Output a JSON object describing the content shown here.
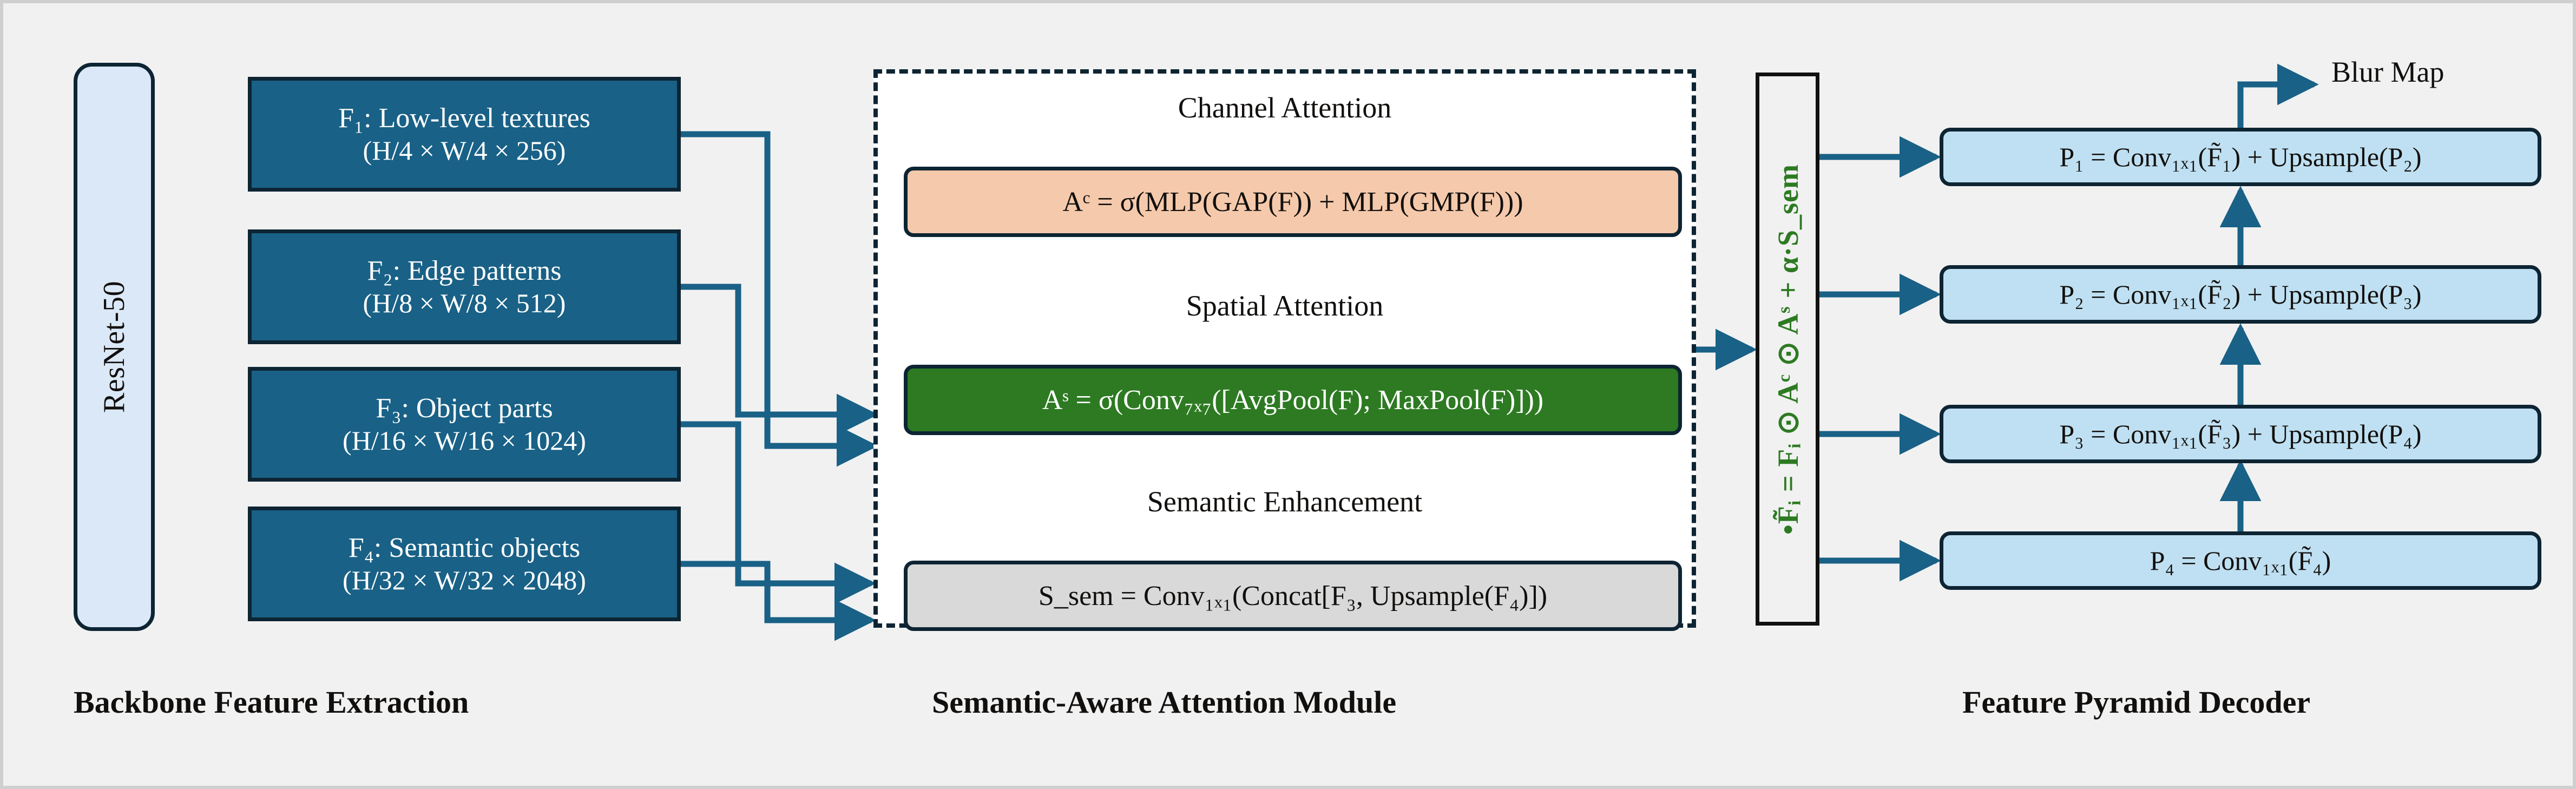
{
  "theme": {
    "canvas_bg": "#f1f1f1",
    "backbone_box_fill": "#196186",
    "backbone_box_text": "#ffffff",
    "resnet_fill": "#dbe8f7",
    "outline": "#0d2433",
    "arrow": "#196186",
    "channel_attention_fill": "#f5c9ab",
    "spatial_attention_fill": "#2d7a22",
    "semantic_enhancement_fill": "#d9d9d9",
    "decoder_fill": "#bfe0f2",
    "fusion_text": "#2d7a22"
  },
  "backbone": {
    "caption": "Backbone Feature Extraction",
    "encoder_label": "ResNet-50",
    "features": [
      {
        "name": "F₁: Low-level textures",
        "shape": "(H/4 × W/4 × 256)"
      },
      {
        "name": "F₂: Edge patterns",
        "shape": "(H/8 × W/8 × 512)"
      },
      {
        "name": "F₃: Object parts",
        "shape": "(H/16 × W/16 × 1024)"
      },
      {
        "name": "F₄: Semantic objects",
        "shape": "(H/32 × W/32 × 2048)"
      }
    ]
  },
  "attention": {
    "caption": "Semantic-Aware Attention Module",
    "sections": [
      {
        "title": "Channel Attention",
        "equation": "Aᶜ = σ(MLP(GAP(F)) + MLP(GMP(F)))"
      },
      {
        "title": "Spatial Attention",
        "equation": "Aˢ = σ(Conv₇ₓ₇([AvgPool(F); MaxPool(F)]))"
      },
      {
        "title": "Semantic Enhancement",
        "equation": "S_sem = Conv₁ₓ₁(Concat[F₃, Upsample(F₄)])"
      }
    ]
  },
  "fusion": {
    "equation": "•F̃ᵢ = Fᵢ ⊙ Aᶜ ⊙ Aˢ + α·S_sem"
  },
  "decoder": {
    "caption": "Feature Pyramid Decoder",
    "output_label": "Blur Map",
    "levels": [
      {
        "equation": "P₁ = Conv₁ₓ₁(F̃₁) + Upsample(P₂)"
      },
      {
        "equation": "P₂ = Conv₁ₓ₁(F̃₂) + Upsample(P₃)"
      },
      {
        "equation": "P₃ = Conv₁ₓ₁(F̃₃) + Upsample(P₄)"
      },
      {
        "equation": "P₄ = Conv₁ₓ₁(F̃₄)"
      }
    ]
  }
}
